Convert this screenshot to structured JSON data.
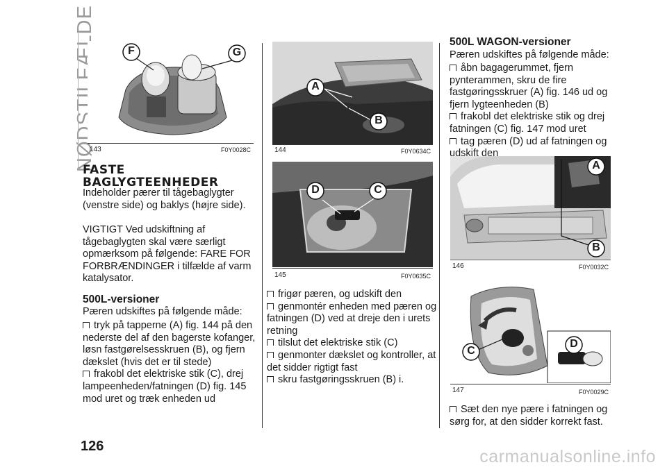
{
  "side_title": "NØDSTILFÆLDE",
  "page_number": "126",
  "watermark": "carmanualsonline.info",
  "figures": {
    "f143": {
      "num": "143",
      "code": "F0Y0028C",
      "labels": [
        "F",
        "G"
      ]
    },
    "f144": {
      "num": "144",
      "code": "F0Y0634C",
      "labels": [
        "A",
        "B"
      ]
    },
    "f145": {
      "num": "145",
      "code": "F0Y0635C",
      "labels": [
        "D",
        "C"
      ]
    },
    "f146": {
      "num": "146",
      "code": "F0Y0032C",
      "labels": [
        "A",
        "B"
      ]
    },
    "f147": {
      "num": "147",
      "code": "F0Y0029C",
      "labels": [
        "C",
        "D"
      ]
    }
  },
  "col1": {
    "heading_line1": "FASTE",
    "heading_line2": "BAGLYGTEENHEDER",
    "intro": [
      "Indeholder pærer til tågebaglygter",
      "(venstre side) og baklys (højre side)."
    ],
    "warning": [
      "VIGTIGT Ved udskiftning af",
      "tågebaglygten skal være særligt",
      "opmærksom på følgende: FARE FOR",
      "FORBRÆNDINGER i tilfælde af varm",
      "katalysator."
    ],
    "subheading": "500L-versioner",
    "lead": "Pæren udskiftes på følgende måde:",
    "bullet1": [
      "tryk på tapperne (A) fig. 144 på den",
      "nederste del af den bagerste kofanger,",
      "løsn fastgørelsesskruen (B), og fjern",
      "dækslet (hvis det er til stede)"
    ],
    "bullet2": [
      "frakobl det elektriske stik (C), drej",
      "lampeenheden/fatningen (D) fig. 145",
      "mod uret og træk enheden ud"
    ]
  },
  "col2": {
    "bullets": [
      [
        "frigør pæren, og udskift den"
      ],
      [
        "genmontér enheden med pæren og",
        "fatningen (D) ved at dreje den i urets",
        "retning"
      ],
      [
        "tilslut det elektriske stik (C)"
      ],
      [
        "genmonter dækslet og kontroller, at",
        "det sidder rigtigt fast"
      ],
      [
        "skru fastgøringsskruen (B) i."
      ]
    ]
  },
  "col3": {
    "subheading": "500L WAGON-versioner",
    "lead": "Pæren udskiftes på følgende måde:",
    "bullet1": [
      "åbn bagagerummet, fjern",
      "pynterammen, skru de fire",
      "fastgøringsskruer (A) fig. 146 ud og",
      "fjern lygteenheden (B)"
    ],
    "bullet2": [
      "frakobl det elektriske stik og drej",
      "fatningen (C) fig. 147 mod uret"
    ],
    "bullet3": [
      "tag pæren (D) ud af fatningen og",
      "udskift den"
    ],
    "bullet4": [
      "Sæt den nye pære i fatningen og",
      "sørg for, at den sidder korrekt fast."
    ]
  }
}
